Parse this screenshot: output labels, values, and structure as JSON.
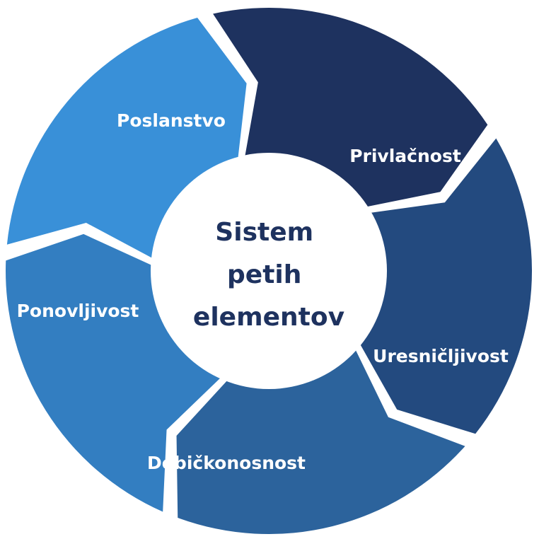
{
  "diagram": {
    "center_title_lines": [
      "Sistem",
      "petih",
      "elementov"
    ],
    "segments": [
      {
        "label": "Privlačnost",
        "color": "#1e325f"
      },
      {
        "label": "Uresničljivost",
        "color": "#234a7f"
      },
      {
        "label": "Dobičkonosnost",
        "color": "#2c639c"
      },
      {
        "label": "Ponovljivost",
        "color": "#337ec1"
      },
      {
        "label": "Poslanstvo",
        "color": "#3990d8"
      }
    ],
    "colors": {
      "center_fill": "#ffffff",
      "center_text": "#1e325f",
      "background": "#ffffff"
    }
  }
}
